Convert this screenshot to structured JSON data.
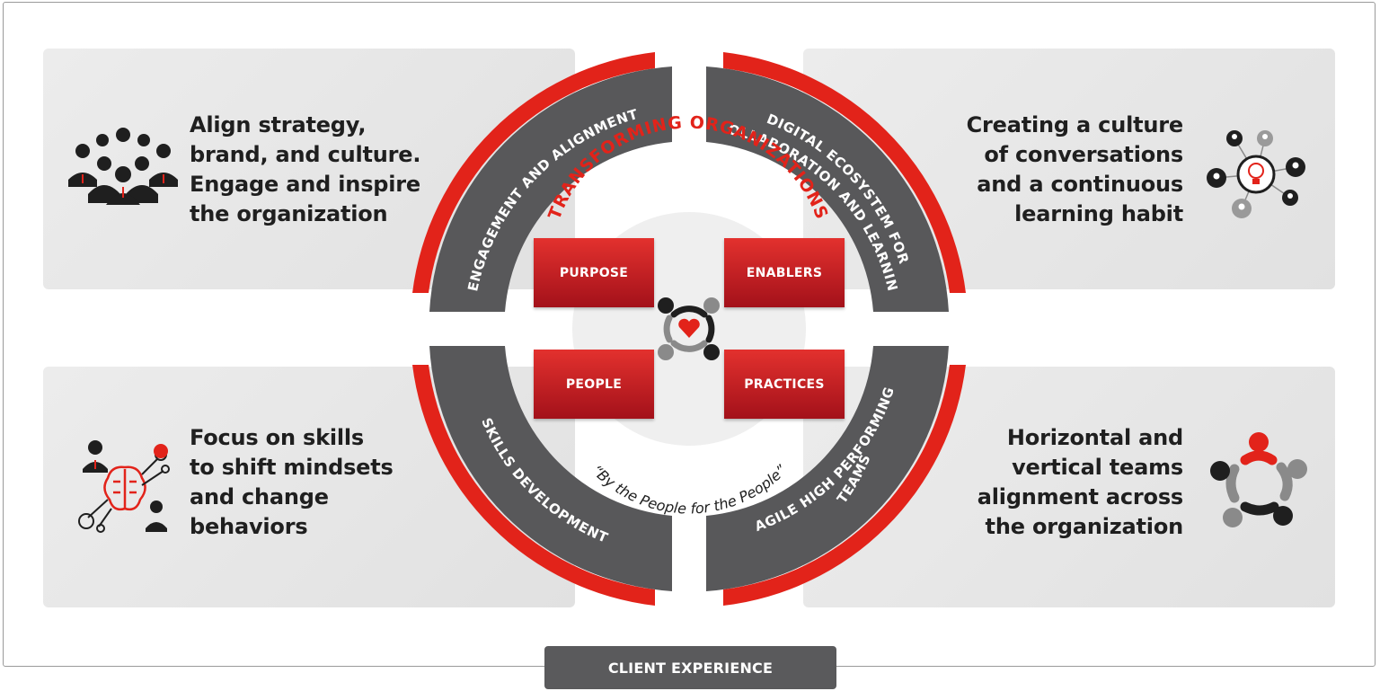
{
  "panels": {
    "top_left": {
      "lines": [
        "Align strategy,",
        "brand, and culture.",
        "Engage and inspire",
        "the organization"
      ],
      "icon": "group-of-people-icon"
    },
    "top_right": {
      "lines": [
        "Creating a culture",
        "of conversations",
        "and a continuous",
        "learning habit"
      ],
      "icon": "network-lightbulb-icon"
    },
    "bottom_left": {
      "lines": [
        "Focus on skills",
        "to shift mindsets",
        "and change",
        "behaviors"
      ],
      "icon": "brain-circuit-icon"
    },
    "bottom_right": {
      "lines": [
        "Horizontal and",
        "vertical teams",
        "alignment across",
        "the organization"
      ],
      "icon": "team-circle-icon"
    }
  },
  "ring": {
    "quadrants": {
      "top_left": "ENGAGEMENT AND ALIGNMENT",
      "top_right_line1": "DIGITAL ECOSYSTEM FOR",
      "top_right_line2": "COLLABORATION AND LEARNING",
      "bottom_left": "SKILLS DEVELOPMENT",
      "bottom_right_line1": "AGILE HIGH PERFORMING",
      "bottom_right_line2": "TEAMS"
    },
    "arc_title": "TRANSFORMING ORGANIZATIONS",
    "tagline": "“By the People for the People”"
  },
  "boxes": {
    "purpose": "PURPOSE",
    "enablers": "ENABLERS",
    "people": "PEOPLE",
    "practices": "PRACTICES"
  },
  "footer": {
    "label": "CLIENT EXPERIENCE"
  },
  "colors": {
    "accent_red": "#e2231a",
    "dark_gray": "#58585a",
    "panel_gray": "#e6e6e6",
    "text_dark": "#1f1f1f"
  }
}
